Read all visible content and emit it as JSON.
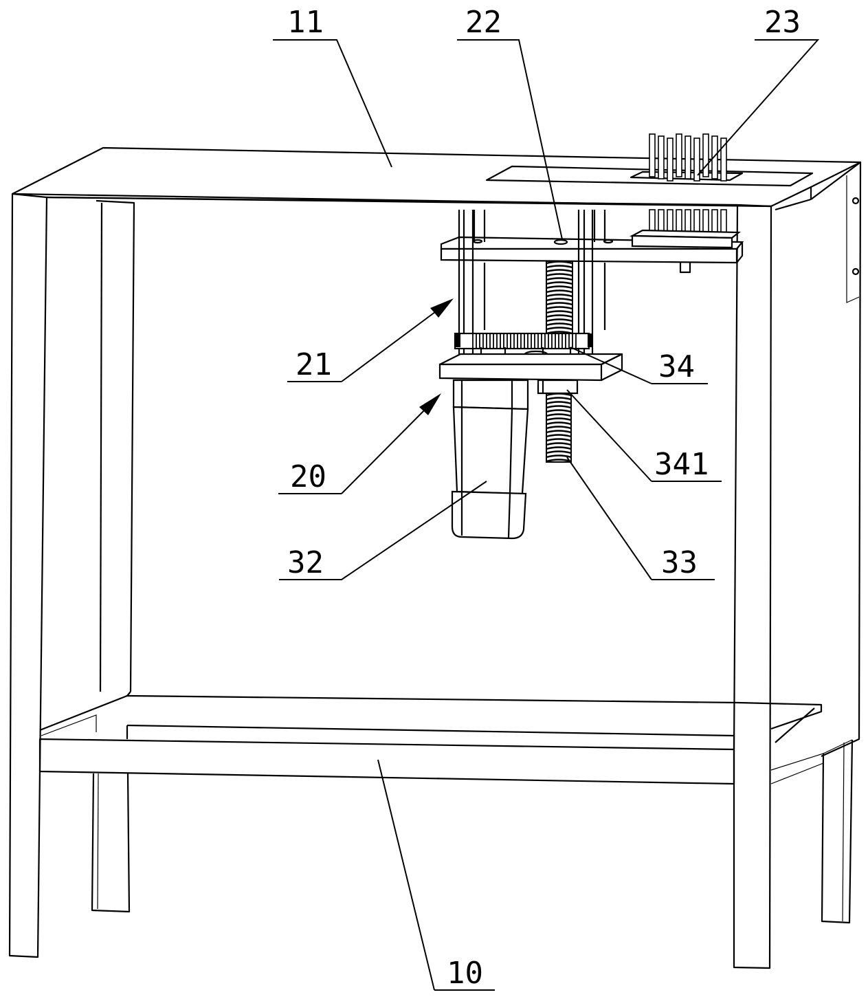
{
  "figure": {
    "labels": [
      {
        "id": "11",
        "text": "11"
      },
      {
        "id": "22",
        "text": "22"
      },
      {
        "id": "23",
        "text": "23"
      },
      {
        "id": "21",
        "text": "21"
      },
      {
        "id": "34",
        "text": "34"
      },
      {
        "id": "20",
        "text": "20"
      },
      {
        "id": "341",
        "text": "341"
      },
      {
        "id": "32",
        "text": "32"
      },
      {
        "id": "33",
        "text": "33"
      },
      {
        "id": "10",
        "text": "10"
      }
    ]
  }
}
